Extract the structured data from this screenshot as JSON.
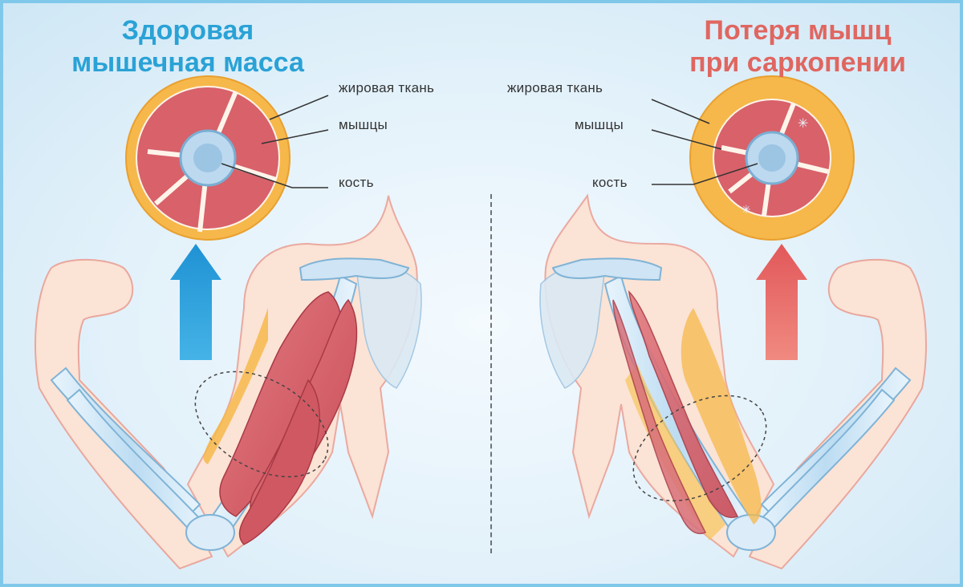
{
  "left_panel": {
    "title_line1": "Здоровая",
    "title_line2": "мышечная масса",
    "labels": {
      "fat": "жировая ткань",
      "muscle": "мышцы",
      "bone": "кость"
    }
  },
  "right_panel": {
    "title_line1": "Потеря мышц",
    "title_line2": "при саркопении",
    "labels": {
      "fat": "жировая ткань",
      "muscle": "мышцы",
      "bone": "кость"
    }
  },
  "colors": {
    "frame": "#7fc8ea",
    "title_healthy": "#2aa2d6",
    "title_sarcopenia": "#e06660",
    "fat": "#f6b84a",
    "muscle": "#d8616a",
    "bone": "#a9cde8",
    "arrow_healthy": "#2a9cd9",
    "arrow_sarcopenia": "#e36a63"
  },
  "icons": {
    "arrow_left": "arrow-up-icon",
    "arrow_right": "arrow-up-icon"
  }
}
